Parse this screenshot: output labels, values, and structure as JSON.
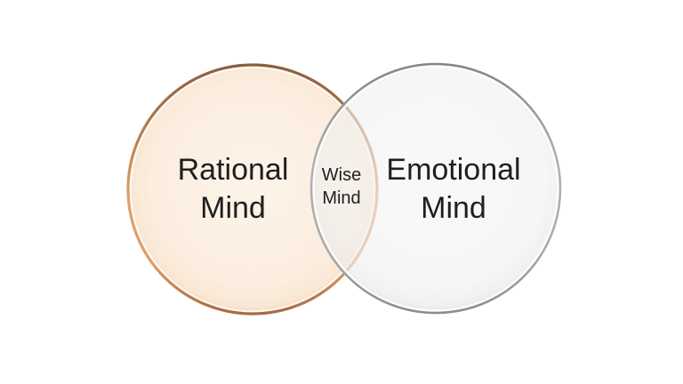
{
  "venn": {
    "background_color": "#ffffff",
    "text_color": "#1f1f1f",
    "rational": {
      "name": "Rational Mind",
      "lines": [
        "Rational",
        "Mind"
      ],
      "fill_color": "#fcefe3",
      "border_color": "#c08050"
    },
    "emotional": {
      "name": "Emotional Mind",
      "lines": [
        "Emotional",
        "Mind"
      ],
      "fill_color": "#f4f4f4",
      "border_color": "#9a9a9a"
    },
    "wise": {
      "name": "Wise Mind",
      "lines": [
        "Wise",
        "Mind"
      ],
      "fill_color": "#f3e9e1"
    }
  }
}
